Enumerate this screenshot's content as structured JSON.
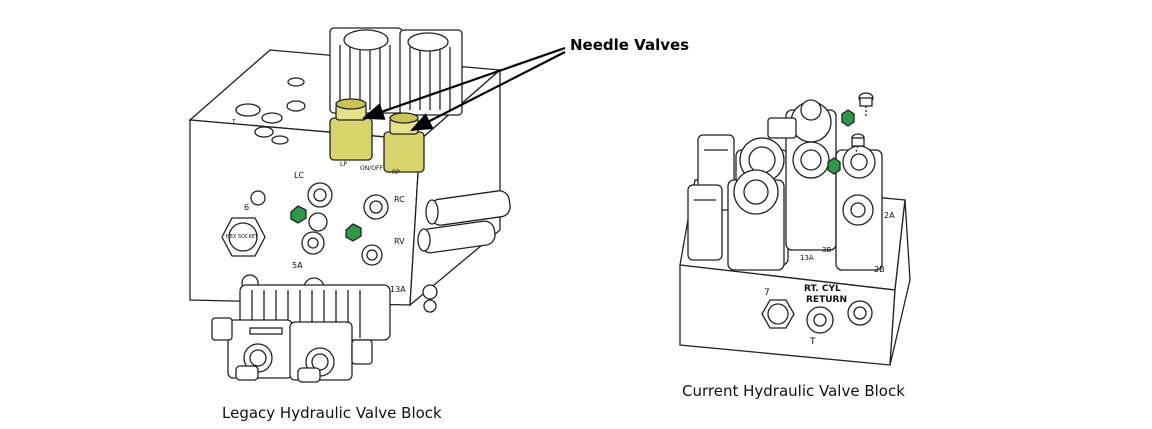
{
  "callout": {
    "label": "Needle Valves"
  },
  "legacy_block": {
    "caption": "Legacy Hydraulic Valve Block",
    "ports": {
      "lc": "LC",
      "rc": "RC",
      "rv": "RV",
      "p5a": "5A",
      "p13a": "13A",
      "p6": "6",
      "lp": "LP",
      "onoff": "ON/OFF",
      "rp": "RP",
      "t": "T"
    },
    "plug_text": "HEX SOCKET"
  },
  "current_block": {
    "caption": "Current Hydraulic Valve Block",
    "ports": {
      "rt_cyl_line1": "RT. CYL",
      "rt_cyl_line2": "RETURN",
      "p7": "7",
      "t": "T",
      "p2a": "2A",
      "p2b": "2B",
      "p13a": "13A",
      "p3b": "3B"
    }
  },
  "colors": {
    "brass": "#d8d36b",
    "green_fitting": "#2e9a48",
    "line": "#222222"
  }
}
